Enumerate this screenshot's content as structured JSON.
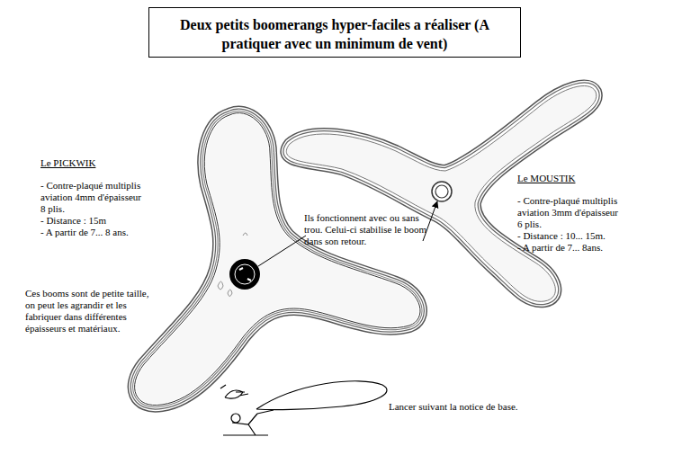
{
  "diagram": {
    "title": "Deux petits boomerangs hyper-faciles a réaliser (A pratiquer avec un minimum de vent)",
    "labels": [
      "Le PICKWIK",
      "- Contre-plaqué multiplis aviation 4mm d'épaisseur",
      "8 plis.",
      "- Distance : 15m",
      "- A partir de 7... 8 ans.",
      "Ces booms sont de petite taille, on peut les agrandir et les fabriquer dans différentes épaisseurs et matériaux.",
      "Ils fonctionnent avec ou sans trou. Celui-ci stabilise le boom dans son retour.",
      "Le MOUSTIK",
      "- Contre-plaqué multiplis aviation 3mm d'épaisseur",
      "6 plis.",
      "- Distance : 10... 15m.",
      "- A partir de 7... 8ans.",
      "Lancer suivant la notice de base."
    ]
  }
}
